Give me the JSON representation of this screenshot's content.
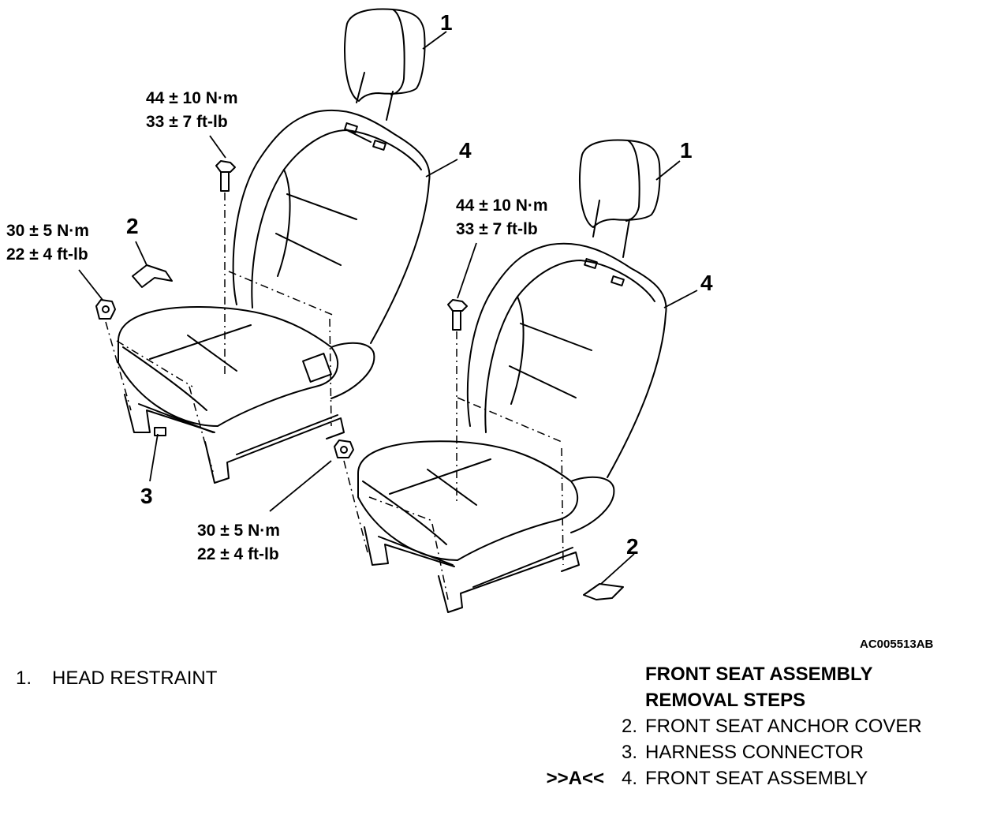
{
  "torque": {
    "rear_seat_bolt": [
      "44 ± 10 N·m",
      "33 ± 7 ft-lb"
    ],
    "front_seat_bolt": [
      "44 ± 10 N·m",
      "33 ± 7 ft-lb"
    ],
    "rear_seat_nut": [
      "30 ± 5 N·m",
      "22 ± 4 ft-lb"
    ],
    "front_seat_nut": [
      "30 ± 5 N·m",
      "22 ± 4 ft-lb"
    ]
  },
  "callouts": {
    "head_restraint_a": "1",
    "head_restraint_b": "1",
    "seat_assembly_a": "4",
    "seat_assembly_b": "4",
    "anchor_cover_a": "2",
    "anchor_cover_b": "2",
    "harness_connector": "3"
  },
  "figure_code": "AC005513AB",
  "legend": {
    "left_item": {
      "num": "1.",
      "text": "HEAD RESTRAINT"
    },
    "heading": [
      "FRONT SEAT ASSEMBLY",
      "REMOVAL STEPS"
    ],
    "steps": [
      {
        "marker": "",
        "num": "2.",
        "text": "FRONT SEAT ANCHOR COVER"
      },
      {
        "marker": "",
        "num": "3.",
        "text": "HARNESS CONNECTOR"
      },
      {
        "marker": ">>A<<",
        "num": "4.",
        "text": "FRONT SEAT ASSEMBLY"
      }
    ]
  }
}
